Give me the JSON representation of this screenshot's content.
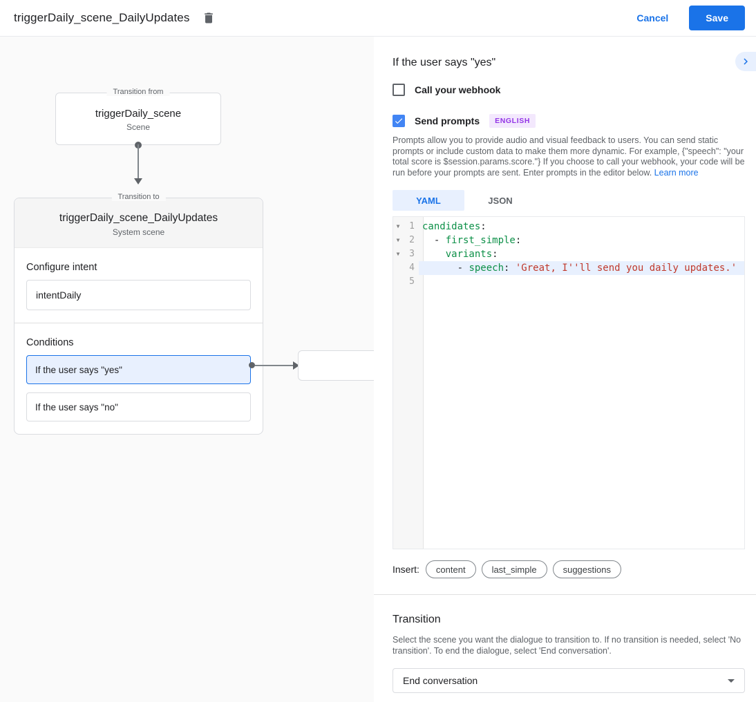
{
  "topbar": {
    "title": "triggerDaily_scene_DailyUpdates",
    "cancel_label": "Cancel",
    "save_label": "Save",
    "icons": {
      "delete": "delete-icon"
    }
  },
  "canvas": {
    "from_box": {
      "legend": "Transition from",
      "title": "triggerDaily_scene",
      "subtitle": "Scene"
    },
    "to_card": {
      "legend": "Transition to",
      "title": "triggerDaily_scene_DailyUpdates",
      "subtitle": "System scene",
      "intent_section": {
        "label": "Configure intent",
        "value": "intentDaily"
      },
      "conditions_section": {
        "label": "Conditions",
        "items": [
          {
            "label": "If the user says \"yes\"",
            "selected": true
          },
          {
            "label": "If the user says \"no\"",
            "selected": false
          }
        ]
      }
    }
  },
  "panel": {
    "title": "If the user says \"yes\"",
    "expand_icon": "chevron-right-icon",
    "webhook": {
      "label": "Call your webhook",
      "checked": false
    },
    "prompts": {
      "label": "Send prompts",
      "checked": true,
      "badge": "ENGLISH"
    },
    "description": "Prompts allow you to provide audio and visual feedback to users. You can send static prompts or include custom data to make them more dynamic. For example, {\"speech\": \"your total score is $session.params.score.\"} If you choose to call your webhook, your code will be run before your prompts are sent. Enter prompts in the editor below. ",
    "learn_more": "Learn more",
    "tabs": [
      {
        "label": "YAML",
        "active": true
      },
      {
        "label": "JSON",
        "active": false
      }
    ],
    "editor": {
      "fold_icon": "fold-arrow-icon",
      "lines": [
        {
          "n": "1",
          "fold": true,
          "active": false,
          "tokens": [
            {
              "c": "k",
              "s": "candidates"
            },
            {
              "c": "p",
              "s": ":"
            }
          ]
        },
        {
          "n": "2",
          "fold": true,
          "active": false,
          "tokens": [
            {
              "c": "p",
              "s": "  - "
            },
            {
              "c": "k",
              "s": "first_simple"
            },
            {
              "c": "p",
              "s": ":"
            }
          ]
        },
        {
          "n": "3",
          "fold": true,
          "active": false,
          "tokens": [
            {
              "c": "p",
              "s": "    "
            },
            {
              "c": "k",
              "s": "variants"
            },
            {
              "c": "p",
              "s": ":"
            }
          ]
        },
        {
          "n": "4",
          "fold": false,
          "active": true,
          "tokens": [
            {
              "c": "p",
              "s": "      - "
            },
            {
              "c": "k",
              "s": "speech"
            },
            {
              "c": "p",
              "s": ": "
            },
            {
              "c": "s",
              "s": "'Great, I''ll send you daily updates.'"
            }
          ]
        },
        {
          "n": "5",
          "fold": false,
          "active": false,
          "tokens": []
        }
      ]
    },
    "insert": {
      "label": "Insert:",
      "pills": [
        "content",
        "last_simple",
        "suggestions"
      ]
    },
    "transition": {
      "heading": "Transition",
      "description": "Select the scene you want the dialogue to transition to. If no transition is needed, select 'No transition'. To end the dialogue, select 'End conversation'.",
      "value": "End conversation",
      "caret_icon": "caret-down-icon"
    }
  },
  "colors": {
    "accent_blue": "#1a73e8",
    "light_blue_bg": "#e8f0fe",
    "checkbox_blue": "#4285f4",
    "badge_purple_text": "#9334e6",
    "badge_purple_bg": "#f3e8fd",
    "code_key_green": "#0d9048",
    "code_string_red": "#c0392b",
    "canvas_bg": "#fafafa"
  }
}
